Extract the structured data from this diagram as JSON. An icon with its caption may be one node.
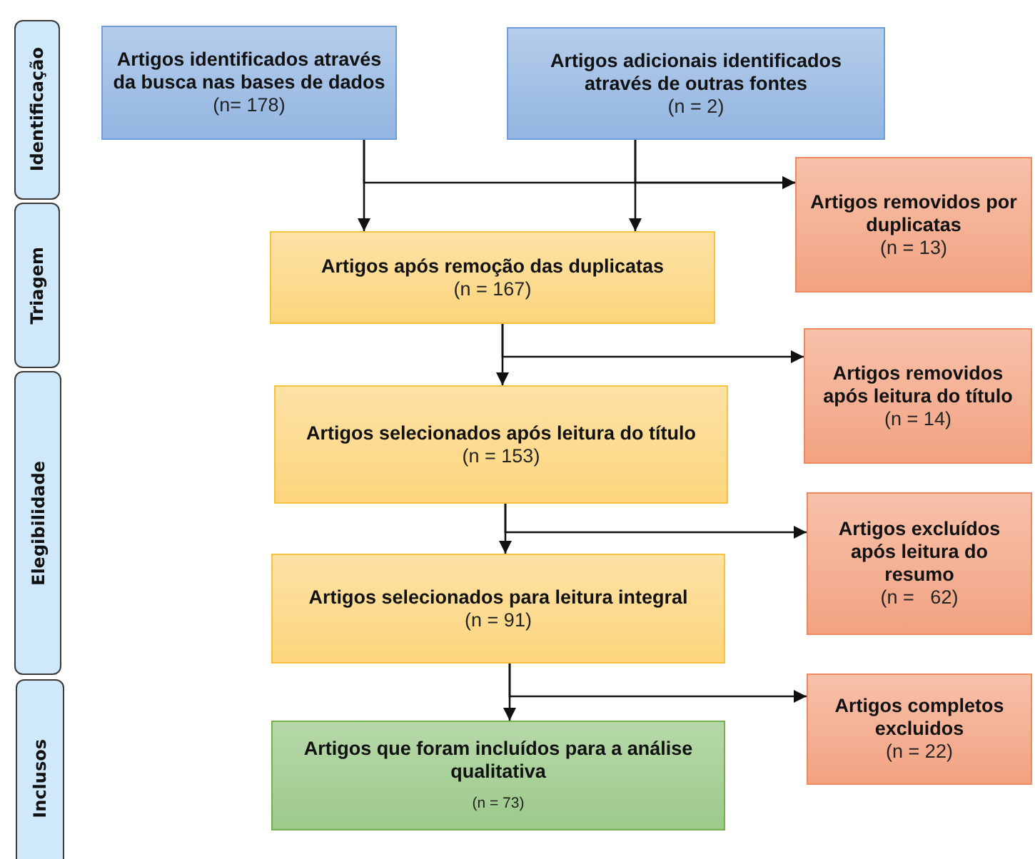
{
  "diagram": {
    "nodes": [
      {
        "text": [
          "Identificação"
        ]
      },
      {
        "text": [
          "Triagem"
        ]
      },
      {
        "text": [
          "Elegibilidade"
        ]
      },
      {
        "text": [
          "Inclusos"
        ]
      },
      {
        "text": [
          "Artigos identificados através da busca nas bases de dados",
          "(n= 178)"
        ]
      },
      {
        "text": [
          "Artigos adicionais identificados através de outras fontes",
          "(n = 2)"
        ]
      },
      {
        "text": [
          "Artigos após remoção das duplicatas",
          "(n = 167)"
        ]
      },
      {
        "text": [
          "Artigos removidos por duplicatas",
          "(n = 13)"
        ]
      },
      {
        "text": [
          "Artigos selecionados após leitura do título",
          "(n = 153)"
        ]
      },
      {
        "text": [
          "Artigos removidos após leitura do título",
          "(n = 14)"
        ]
      },
      {
        "text": [
          "Artigos excluídos após leitura do resumo",
          "(n =   62)"
        ]
      },
      {
        "text": [
          "Artigos selecionados para leitura integral",
          "(n = 91)"
        ]
      },
      {
        "text": [
          "Artigos completos excluidos",
          "(n = 22)"
        ]
      },
      {
        "text": [
          "Artigos que foram incluídos para a análise qualitativa",
          "(n = 73)"
        ]
      }
    ],
    "edges": [
      {
        "from": 4,
        "to": 6,
        "arrow": "to"
      },
      {
        "from": 5,
        "to": 6,
        "arrow": "to"
      },
      {
        "from": 4,
        "to": 7,
        "arrow": "to"
      },
      {
        "from": 5,
        "to": 7,
        "arrow": "to"
      },
      {
        "from": 6,
        "to": 8,
        "arrow": "to"
      },
      {
        "from": 6,
        "to": 9,
        "arrow": "to"
      },
      {
        "from": 8,
        "to": 11,
        "arrow": "to"
      },
      {
        "from": 8,
        "to": 10,
        "arrow": "to"
      },
      {
        "from": 11,
        "to": 13,
        "arrow": "to"
      },
      {
        "from": 11,
        "to": 12,
        "arrow": "to"
      }
    ]
  }
}
